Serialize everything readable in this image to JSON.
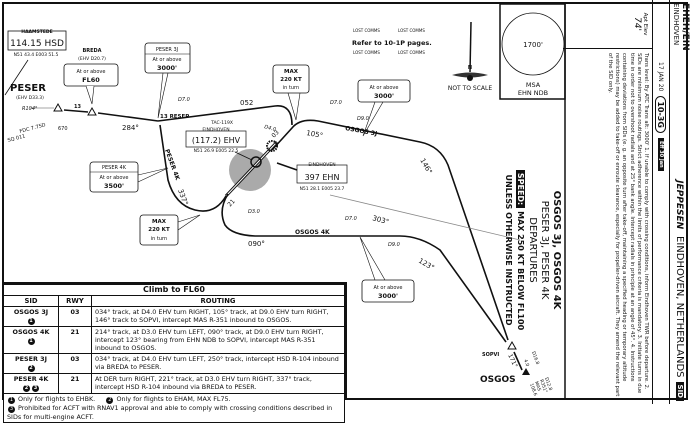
{
  "header": {
    "icao": "EHEH/EIN",
    "airport": "EINDHOVEN",
    "brand": "JEPPESEN",
    "location": "EINDHOVEN, NETHERLANDS",
    "chart_type": "SID",
    "date": "17 JAN 20",
    "chart_number": "10-3G",
    "effective": "Eff 30 Jan",
    "apt_elev_label": "Apt Elev",
    "apt_elev": "74'",
    "notes": "Trans level: By ATC    Trans alt: 3000'        1. If unable to comply with crossing conditions, inform Eindhoven TWR before departure.        2. SIDs are minimum noise routings. Strict adherence within the limits of performance criteria is mandatory.  3. Initiate turns in due time in order not to overshoot radials and at 25° bank angle. Intercept radials in principle at an angle of 45°.       4. Instructions containing deviations from SIDs (e. g. an opposite turn after take-off, maintaining a specified heading or temporary altitude restrictions) may be added to take-off or enroute clearance, especially for propeller-driven aircraft. They amend the relevant part of the SID only."
  },
  "title": {
    "line1": "OSGOS 3J, OSGOS 4K",
    "line2": "PESER 3J, PESER 4K",
    "line3": "DEPARTURES",
    "speed_label": "SPEED:",
    "speed_text": "MAX 250 KT BELOW FL100",
    "line5": "UNLESS OTHERWISE INSTRUCTED"
  },
  "msa": {
    "altitude": "1700'",
    "label": "MSA",
    "fix": "EHN NDB"
  },
  "lost_comms": {
    "label": "LOST COMMS",
    "text": "Refer to 10-1P pages."
  },
  "north": {
    "label": "N",
    "scale": "NOT TO SCALE"
  },
  "map": {
    "haamstede": {
      "name": "HAAMSTEDE",
      "freq": "114.15 HSD",
      "coords": "N51 43.4 E003 51.5"
    },
    "peser": {
      "name": "PESER",
      "dme": "(EHV D33.3)",
      "radial": "R104°"
    },
    "breda": {
      "name": "BREDA",
      "dme": "(EHV D20.7)",
      "arrow": "13"
    },
    "resep": "13 RESEP",
    "fl60_box": {
      "l1": "At or above",
      "l2": "FL60"
    },
    "peser3j_box": {
      "h": "PESER 3J",
      "l1": "At or above",
      "l2": "3000'"
    },
    "peser4k_box": {
      "h": "PESER 4K",
      "l1": "At or above",
      "l2": "3500'"
    },
    "max220_top": {
      "l1": "MAX",
      "l2": "220 KT",
      "l3": "in turn"
    },
    "max220_bot": {
      "l1": "MAX",
      "l2": "220 KT",
      "l3": "in turn"
    },
    "alt3000_top": {
      "l1": "At or above",
      "l2": "3000'"
    },
    "alt3000_bot": {
      "l1": "At or above",
      "l2": "3000'"
    },
    "ehv": {
      "tac": "TAC-119X",
      "name": "EINDHOVEN",
      "freq": "(117.2) EHV",
      "coords": "N51 26.9 E005 22.5"
    },
    "ehn": {
      "name": "EINDHOVEN",
      "freq": "397 EHN",
      "coords": "N51 28.1 E005 23.7"
    },
    "fdc": "FDC 7.75D",
    "sq": "SQ 011",
    "elev670": "670",
    "tracks": {
      "t284": "284°",
      "t052": "052",
      "t105": "105°",
      "t146": "146°",
      "t337": "337°",
      "t090": "090°",
      "t123": "123°",
      "t303": "303°",
      "t171": "171°"
    },
    "dme": {
      "d70a": "D7.0",
      "d40": "D4.0",
      "d70b": "D7.0",
      "d90a": "D9.0",
      "d30": "D3.0",
      "d70c": "D7.0",
      "d90b": "D9.0"
    },
    "route_osgos3j": "OSGOS 3J",
    "route_osgos4k": "OSGOS 4K",
    "route_peser4k": "PESER 4K",
    "rwy03": "03",
    "rwy21": "21",
    "sopvi": {
      "name": "SOPVI",
      "dme": "D16.8",
      "dist": "4.0"
    },
    "osgos": {
      "name": "OSGOS",
      "dme": "D12.8",
      "radial": "R351°",
      "vor": "MAS",
      "freq": "108.6"
    }
  },
  "table": {
    "title": "Climb to FL60",
    "headers": [
      "SID",
      "RWY",
      "ROUTING"
    ],
    "rows": [
      {
        "sid": "OSGOS 3J",
        "notes": [
          "1"
        ],
        "rwy": "03",
        "routing": "034° track, at D4.0 EHV turn RIGHT, 105° track, at D9.0 EHV turn RIGHT, 146° track to SOPVI, intercept MAS R-351 inbound to OSGOS."
      },
      {
        "sid": "OSGOS 4K",
        "notes": [
          "1"
        ],
        "rwy": "21",
        "routing": "214° track, at D3.0 EHV turn LEFT, 090° track, at D9.0 EHV turn RIGHT, intercept 123° bearing from EHN NDB to SOPVI, intercept MAS R-351 inbound to OSGOS."
      },
      {
        "sid": "PESER 3J",
        "notes": [
          "2"
        ],
        "rwy": "03",
        "routing": "034° track, at D4.0 EHV turn LEFT, 250° track, intercept HSD R-104 inbound via BREDA to PESER."
      },
      {
        "sid": "PESER 4K",
        "notes": [
          "2",
          "3"
        ],
        "rwy": "21",
        "routing": "At DER turn RIGHT, 221° track, at D3.0 EHV turn RIGHT, 337° track, intercept HSD R-104 inbound via BREDA to PESER."
      }
    ],
    "footnotes": [
      {
        "n": "1",
        "text": "Only for flights to EHBK."
      },
      {
        "n": "2",
        "text": "Only for flights to EHAM, MAX FL75."
      },
      {
        "n": "3",
        "text": "Prohibited for ACFT with RNAV1 approval and able to comply with crossing conditions described in SIDs for multi-engine ACFT."
      }
    ]
  }
}
